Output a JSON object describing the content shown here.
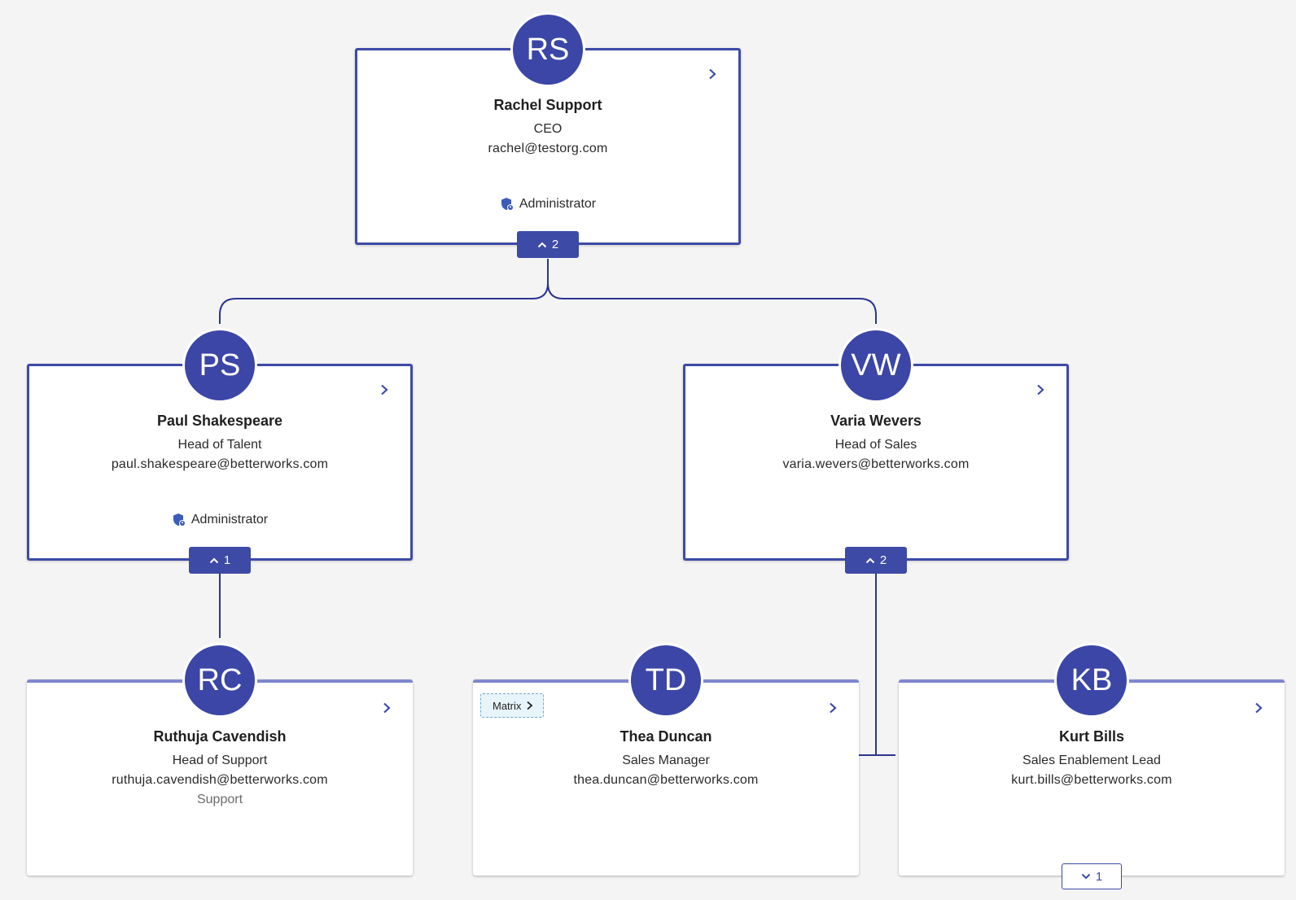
{
  "nodes": {
    "rs": {
      "initials": "RS",
      "name": "Rachel Support",
      "title": "CEO",
      "email": "rachel@testorg.com",
      "role": "Administrator",
      "toggle_count": "2"
    },
    "ps": {
      "initials": "PS",
      "name": "Paul Shakespeare",
      "title": "Head of Talent",
      "email": "paul.shakespeare@betterworks.com",
      "role": "Administrator",
      "toggle_count": "1"
    },
    "vw": {
      "initials": "VW",
      "name": "Varia Wevers",
      "title": "Head of Sales",
      "email": "varia.wevers@betterworks.com",
      "toggle_count": "2"
    },
    "rc": {
      "initials": "RC",
      "name": "Ruthuja Cavendish",
      "title": "Head of Support",
      "email": "ruthuja.cavendish@betterworks.com",
      "department": "Support"
    },
    "td": {
      "initials": "TD",
      "name": "Thea Duncan",
      "title": "Sales Manager",
      "email": "thea.duncan@betterworks.com",
      "matrix_label": "Matrix"
    },
    "kb": {
      "initials": "KB",
      "name": "Kurt Bills",
      "title": "Sales Enablement Lead",
      "email": "kurt.bills@betterworks.com",
      "toggle_count": "1"
    }
  },
  "colors": {
    "primary": "#3d4aa6",
    "avatar": "#3b46a6",
    "plain_border": "#7f87cf",
    "matrix_bg": "#e8f4fb",
    "background": "#f4f4f4"
  },
  "icons": {
    "open": "chevron-right-icon",
    "collapse": "chevron-up-icon",
    "expand": "chevron-down-icon",
    "admin": "admin-shield-icon"
  }
}
